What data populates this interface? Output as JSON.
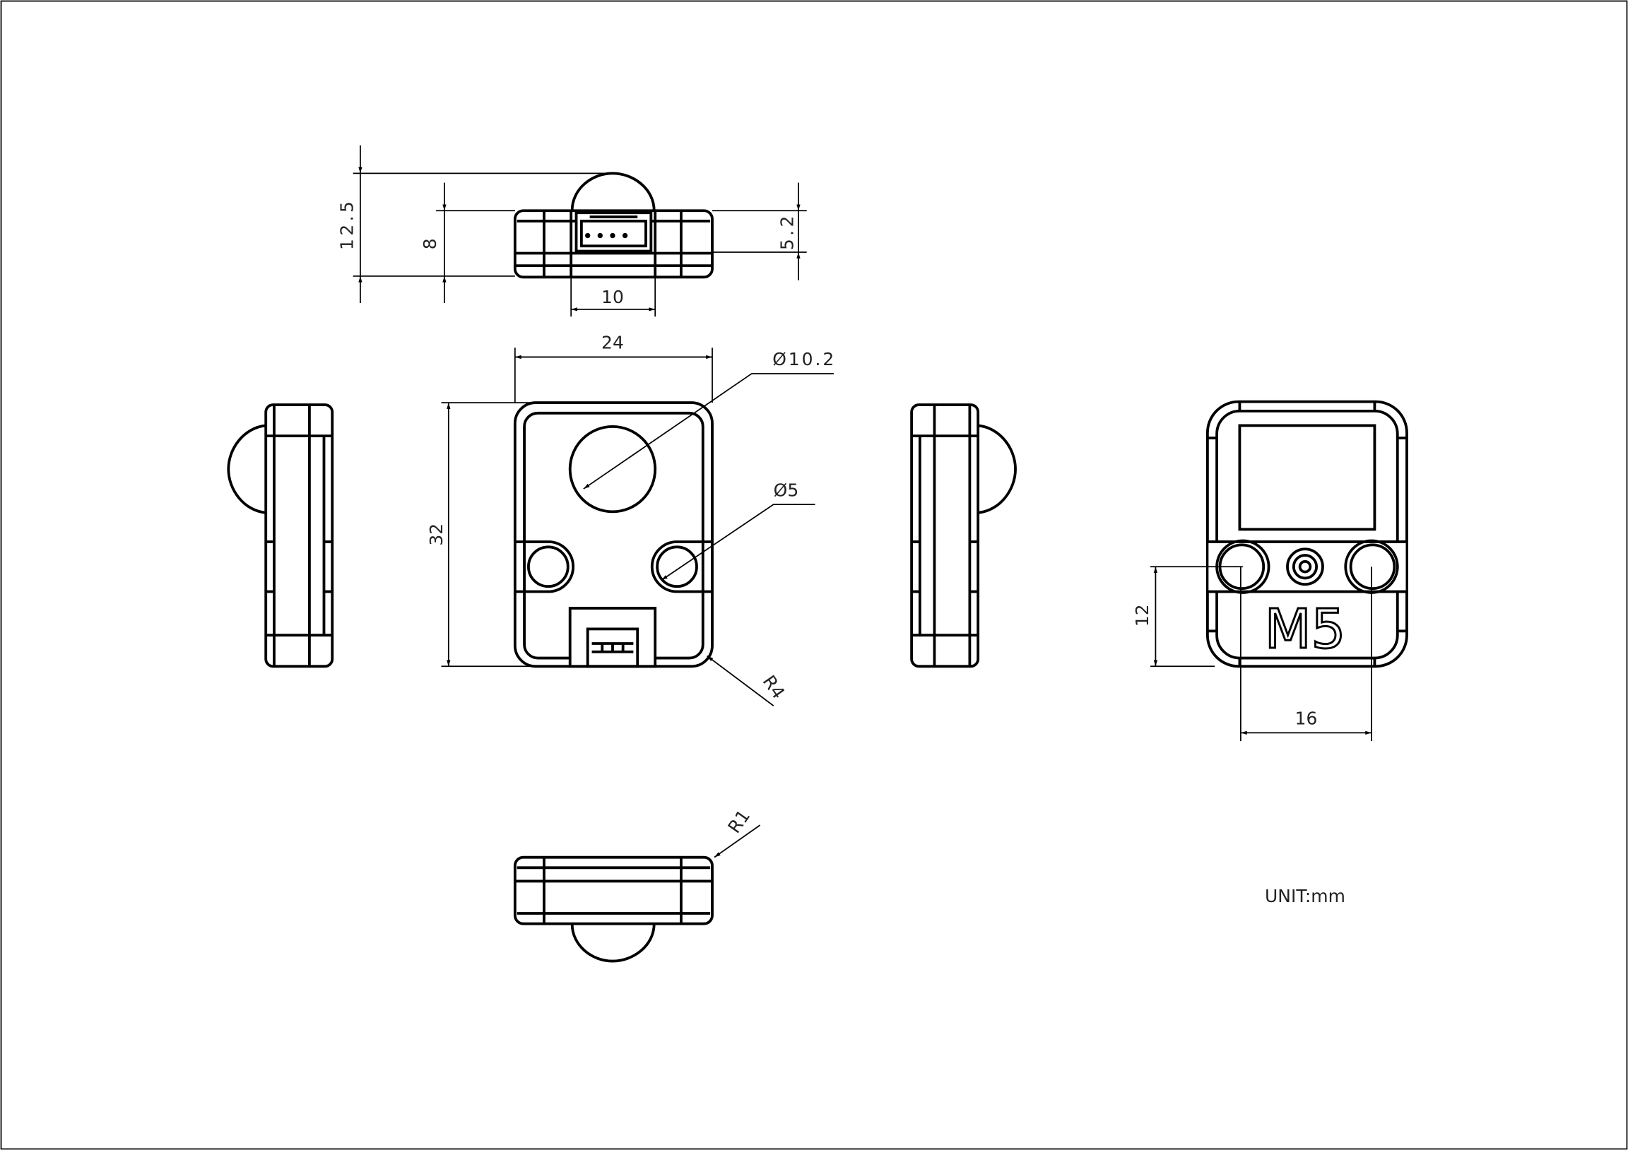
{
  "drawing": {
    "title": "Unit module dimension drawing",
    "logo_text": "M5",
    "unit_note": "UNIT:mm",
    "colors": {
      "line": "#000000",
      "background": "#ffffff"
    },
    "dimensions": {
      "top_total_height": "12.5",
      "top_body_height": "8",
      "top_connector_height": "5.2",
      "top_connector_width": "10",
      "front_width": "24",
      "front_height": "32",
      "lens_diameter": "Ø10.2",
      "hole_diameter": "Ø5",
      "corner_radius": "R4",
      "edge_radius": "R1",
      "back_hole_offset": "12",
      "back_hole_spacing": "16"
    }
  }
}
